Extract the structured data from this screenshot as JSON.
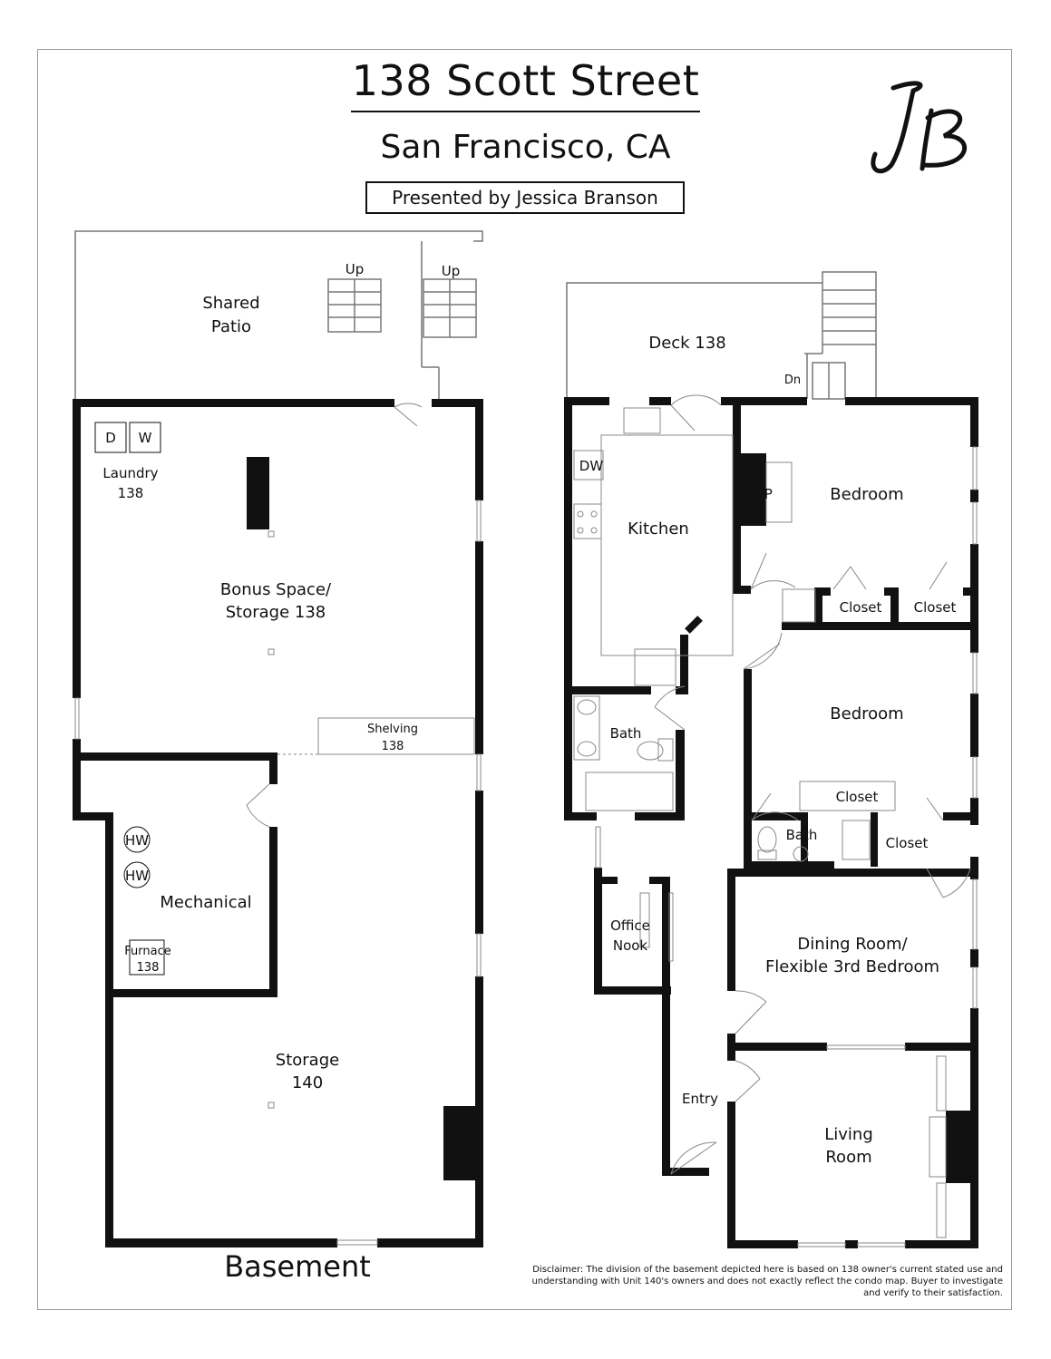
{
  "header": {
    "address": "138 Scott Street",
    "city": "San Francisco, CA",
    "presenter": "Presented by Jessica Branson",
    "monogram": "JB"
  },
  "basement": {
    "floor_label": "Basement",
    "shared_patio": [
      "Shared",
      "Patio"
    ],
    "up_1": "Up",
    "up_2": "Up",
    "dryer": "D",
    "washer": "W",
    "laundry": [
      "Laundry",
      "138"
    ],
    "bonus": [
      "Bonus Space/",
      "Storage 138"
    ],
    "shelving": [
      "Shelving",
      "138"
    ],
    "water_heater_1": "HW",
    "water_heater_2": "HW",
    "mechanical": "Mechanical",
    "furnace": [
      "Furnace",
      "138"
    ],
    "storage": [
      "Storage",
      "140"
    ]
  },
  "main_floor": {
    "deck": "Deck 138",
    "down": "Dn",
    "dishwasher": "DW",
    "kitchen": "Kitchen",
    "fireplace_1": "FP",
    "bedroom_1": "Bedroom",
    "closet_1": "Closet",
    "closet_2": "Closet",
    "bath_1": "Bath",
    "bedroom_2": "Bedroom",
    "closet_3": "Closet",
    "bath_2": "Bath",
    "closet_4": "Closet",
    "office": [
      "Office",
      "Nook"
    ],
    "dining": [
      "Dining Room/",
      "Flexible 3rd Bedroom"
    ],
    "entry": "Entry",
    "living": [
      "Living",
      "Room"
    ],
    "fireplace_2": "FP"
  },
  "disclaimer": "Disclaimer: The division of the basement depicted here is based on 138 owner's current stated use and understanding with Unit 140's owners and does not exactly reflect the condo map. Buyer to investigate and verify to their satisfaction."
}
